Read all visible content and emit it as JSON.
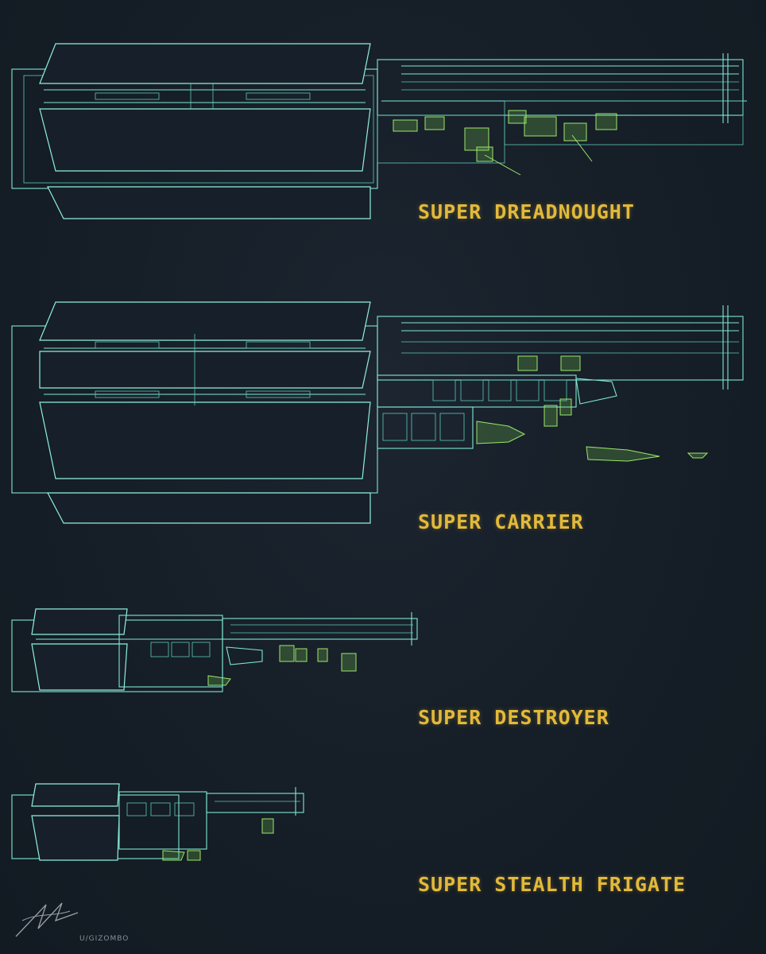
{
  "ships": [
    {
      "label": "SUPER DREADNOUGHT"
    },
    {
      "label": "SUPER CARRIER"
    },
    {
      "label": "SUPER DESTROYER"
    },
    {
      "label": "SUPER STEALTH FRIGATE"
    }
  ],
  "signature": {
    "text": "U/GIZOMBO"
  },
  "colors": {
    "background": "#151d26",
    "lines": "#7fe8d4",
    "accent_green": "#9be86a",
    "label": "#e3b93a"
  }
}
